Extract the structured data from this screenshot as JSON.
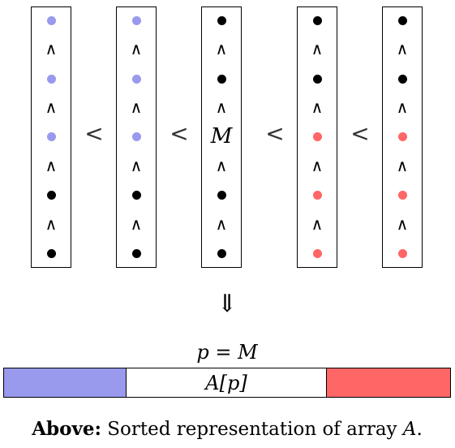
{
  "colors": {
    "blue": "#9999ee",
    "black": "#000000",
    "red": "#ff6666"
  },
  "columns": [
    {
      "dots": [
        "blue",
        "blue",
        "blue",
        "black",
        "black"
      ],
      "middle_label": ""
    },
    {
      "dots": [
        "blue",
        "blue",
        "blue",
        "black",
        "black"
      ],
      "middle_label": ""
    },
    {
      "dots": [
        "black",
        "black",
        "M",
        "black",
        "black"
      ],
      "middle_label": "M"
    },
    {
      "dots": [
        "black",
        "black",
        "red",
        "red",
        "red"
      ],
      "middle_label": ""
    },
    {
      "dots": [
        "black",
        "black",
        "red",
        "red",
        "red"
      ],
      "middle_label": ""
    }
  ],
  "comparison_symbol": "∧",
  "between_symbol": "<",
  "implies_symbol": "⇓",
  "pivot_equation": "p = M",
  "array": {
    "middle_label": "A[p]",
    "left_color": "blue",
    "right_color": "red"
  },
  "caption": {
    "bold": "Above:",
    "text": " Sorted representation of array ",
    "var": "A",
    "end": "."
  }
}
